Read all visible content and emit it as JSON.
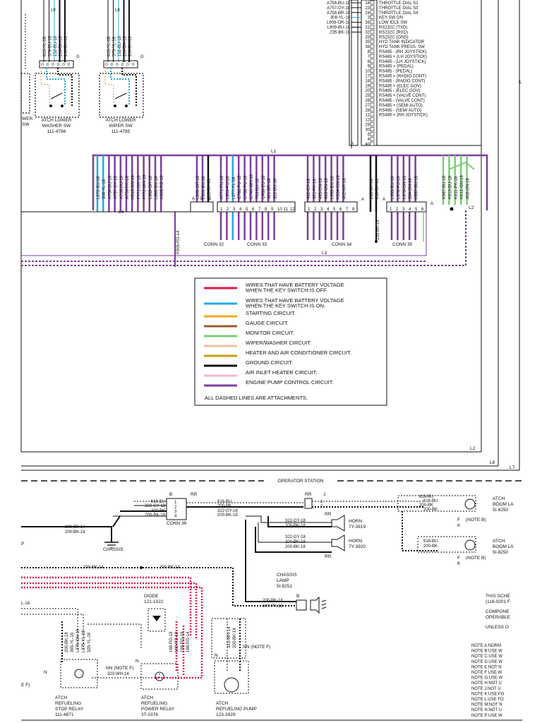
{
  "top_pin_rows": [
    [
      "A756-BU-18",
      "14",
      "THROTTLE DIAL S2"
    ],
    [
      "A757-GY-18",
      "23",
      "THROTTLE DIAL S3"
    ],
    [
      "A758-BR-18",
      "24",
      "THROTTLE DIAL S4"
    ],
    [
      "308-YL-18",
      "3",
      "KEY SW ON"
    ],
    [
      "L908-OR-18",
      "34",
      "LOW IDLE SW"
    ],
    [
      "L909-BU-18",
      "31",
      "RS232C (TXD)"
    ],
    [
      "235-BK-18",
      "32",
      "RS232C (RXD)"
    ],
    [
      "",
      "33",
      "RS232C (GND)"
    ],
    [
      "",
      "35",
      "HYD TANK INDICATOR"
    ],
    [
      "",
      "36",
      "HYD TANK PRESS. SW"
    ],
    [
      "",
      "8",
      "RS485 - (RH JOYSTICK)"
    ],
    [
      "",
      "7",
      "RS485 + (LH JOYSTICK)"
    ],
    [
      "",
      "6",
      "RS485 - (LH JOYSTICK)"
    ],
    [
      "",
      "9",
      "RS485 + (PEDAL)"
    ],
    [
      "",
      "10",
      "RS485 - (PEDAL)"
    ],
    [
      "",
      "17",
      "RS485 + (RADIO CONT)"
    ],
    [
      "",
      "18",
      "RS485 - (RADIO CONT)"
    ],
    [
      "",
      "19",
      "RS485 + (ELEC GOV)"
    ],
    [
      "",
      "20",
      "RS485 - (ELEC GOV)"
    ],
    [
      "",
      "25",
      "RS485 + (VALVE CONT)"
    ],
    [
      "",
      "26",
      "RS485 - (VALVE CONT)"
    ],
    [
      "",
      "27",
      "RS485 + (SEMI AUTO)"
    ],
    [
      "",
      "28",
      "RS485 - (SEMI AUTO)"
    ],
    [
      "",
      "11",
      "RS485 + (RH JOYSTICK)"
    ],
    [
      "",
      "12",
      ""
    ],
    [
      "",
      "29",
      ""
    ],
    [
      "",
      "30",
      ""
    ],
    [
      "",
      "5",
      ""
    ],
    [
      "",
      "4",
      ""
    ],
    [
      "",
      "40",
      ""
    ]
  ],
  "washer": {
    "wires_lower": [
      "615-YL-18",
      "578-BU-18",
      "152-BU-18",
      "200-BK-18",
      "200-BK-18"
    ],
    "wires_wiper": [
      "615-YL-18",
      "575-YL-18",
      "152-BU-18",
      "200-BK-18",
      "200-BK-18"
    ],
    "l9": "L9",
    "l8": "L8",
    "washer_label": [
      "ATCH LOWER",
      "WASHER SW",
      "111-4786"
    ],
    "wiper_label": [
      "ATCH LOWER",
      "WIPER SW",
      "111-4785"
    ],
    "left_cut": [
      "WER",
      "SW"
    ],
    "g": "G"
  },
  "conn_wires": {
    "group1": [
      "L972-BU-18",
      "308-YL-18",
      "A756-BU-18",
      "A757-GY-18",
      "A758-BU-18",
      "A759-PK-18",
      "K915-GN-18",
      "F771-OR-18",
      "F772-WH-18",
      "L968-OR-18",
      "L969-BU-18",
      "K905-RD-18"
    ],
    "group2": [
      "L908-OR-18",
      "L909-BU-18",
      "235-BK-18"
    ],
    "group3": [
      "A771-PU-18",
      "L904-PU-18",
      "L977-YL-18",
      "C782-PU-18",
      "C788-PU-18",
      "C740-WH-18",
      "703-BU-18",
      "C468-BU-18",
      "321-BR-18",
      "322-BU-18"
    ],
    "group4": [
      "492-GY-18",
      "491-PK-18",
      "495-GN-18",
      "493-GN-18",
      "L953-BU-18",
      "K904-GN-18",
      "402-OR-18"
    ],
    "group5": [
      "235-BK-18",
      "235-BK-18"
    ],
    "group6": [
      "L955-BU-18",
      "L978-PU-18",
      "L976-GN-18",
      "934-GN-18",
      "K987-BU-18"
    ],
    "group7": [
      "K987-BU-18",
      "K910-BU-18",
      "K911-PK-18",
      "K912-GN-18",
      "403-GN-18"
    ],
    "l1": "L1",
    "l2": "L2",
    "l3": "L3",
    "l4": "L4",
    "a": "A",
    "b": "B",
    "c": "C",
    "k905": "K905-RD-14",
    "bk235": "235-BK-14",
    "conn32": "CONN 32",
    "conn33": "CONN 33",
    "conn34": "CONN 34",
    "conn35": "CONN 35"
  },
  "legend": [
    {
      "color": "#e0194b",
      "text": [
        "WIRES THAT HAVE BATTERY VOLTAGE",
        "WHEN THE KEY SWITCH IS OFF."
      ]
    },
    {
      "color": "#27a9e1",
      "text": [
        "WIRES THAT HAVE BATTERY VOLTAGE",
        "WHEN THE KEY SWITCH IS ON."
      ]
    },
    {
      "color": "#f0a91e",
      "text": [
        "STARTING CIRCUIT."
      ]
    },
    {
      "color": "#9a5b2e",
      "text": [
        "GAUGE CIRCUIT."
      ]
    },
    {
      "color": "#7ccd7a",
      "text": [
        "MONITOR CIRCUIT."
      ]
    },
    {
      "color": "#f0c2a2",
      "text": [
        "WIPER/WASHER CIRCUIT."
      ]
    },
    {
      "color": "#c9a018",
      "text": [
        "HEATER AND AIR CONDITIONER CIRCUIT."
      ]
    },
    {
      "color": "#111111",
      "text": [
        "GROUND CIRCUIT."
      ]
    },
    {
      "color": "#f4b6cf",
      "text": [
        "AIR INLET HEATER CIRCUIT."
      ]
    },
    {
      "color": "#7b3fa0",
      "text": [
        "ENGINE PUMP CONTROL CIRCUIT."
      ]
    }
  ],
  "legend_note": "ALL DASHED LINES ARE ATTACHMENTS.",
  "frame_labels": {
    "l6": "L6",
    "l7": "L7",
    "l2": "L2",
    "l": "L"
  },
  "operator_station": "OPERATOR STATION",
  "lower": {
    "conn36": "CONN 36",
    "b": "B",
    "rr": "RR",
    "rr2": "RR",
    "j": "J",
    "wires36_left": [
      "616-BU",
      "322-GY-18",
      "200-BK",
      "200-BK-18"
    ],
    "pins36": [
      "1",
      "2",
      "3",
      "4"
    ],
    "wires36_right": [
      "616-BU",
      "200-BK",
      "322-GY-18",
      "200-BK-18"
    ],
    "wires_j": [
      "1",
      "2"
    ],
    "boom_wires": [
      "616-BU",
      "616-BU",
      "200-BK",
      "200-BK"
    ],
    "boom1": [
      "ATCH",
      "BOOM LA",
      "5I-8250"
    ],
    "boom2": [
      "ATCH",
      "BOOM LA",
      "5I-8250"
    ],
    "fk1": [
      "F",
      "K"
    ],
    "fk2": [
      "F",
      "K"
    ],
    "note_b": "(NOTE B)",
    "boom2_wires": [
      "616-BU",
      "200-BK"
    ],
    "horn1_wires": [
      "322-GY-18",
      "200-BK-18"
    ],
    "horn2_wires": [
      "322-GY-18",
      "200-BK-18",
      "200-BK-18"
    ],
    "horn1": [
      "HORN",
      "7Y-3919"
    ],
    "horn2": [
      "HORN",
      "7Y-3920"
    ],
    "rr_h1": "RR",
    "rr_h2": "RR",
    "chassis_wires": [
      "200-BK-14",
      "200-BK-18"
    ],
    "chassis": "CHASSIS",
    "bk14a": "200-BK-14",
    "bk14b": "200-BK-14",
    "bk18": "200-BK-18",
    "chassis_lamp": [
      "CHASSIS",
      "LAMP",
      "5I-8251"
    ],
    "lamp_wires": [
      "200-BK-18",
      "607-PK-18"
    ],
    "lamp_b": "B",
    "diode": [
      "DIODE",
      "121-1022"
    ],
    "relay_wires": [
      "L-18-",
      "365-YL-18",
      "L976-GN-18",
      "L975-YL-18",
      "200-BK-18"
    ],
    "wire329": "329-YL-18",
    "wire323": "323-WH-14",
    "nn1": "NN (NOTE F)",
    "nn2": "NN (NOTE F)",
    "n1": "N",
    "n2": "N",
    "n3": "N",
    "pump_wires": [
      "323-WH-14",
      "200-BK-14"
    ],
    "rd_wires": [
      "168-RD-18",
      "168-RD-18",
      "168-RD-18",
      "168-RD-14"
    ],
    "stop_relay": [
      "ATCH",
      "REFUELING",
      "STOP RELAY",
      "111-4871"
    ],
    "power_relay": [
      "ATCH",
      "REFUELING",
      "POWER RELAY",
      "3T-0376"
    ],
    "pump": [
      "ATCH",
      "REFUELING PUMP",
      "123-3929"
    ],
    "e_f": "E F)",
    "left_p": "P",
    "side_notes": [
      "THIS SCHE",
      "(116-0201 F",
      "COMPONE",
      "OPERABLE",
      "UNLESS O"
    ],
    "notes": [
      "NOTE A:NORM",
      "NOTE B:USE W",
      "NOTE C:USE W",
      "NOTE D:USE W",
      "NOTE E:NOT N",
      "NOTE F:USE W",
      "NOTE G:USE W",
      "NOTE H:NOT U",
      "NOTE J:NOT U",
      "NOTE K:USE FO",
      "NOTE L:USE FO",
      "NOTE M:NOT N",
      "NOTE N:NOT U",
      "NOTE P:USE W"
    ]
  }
}
